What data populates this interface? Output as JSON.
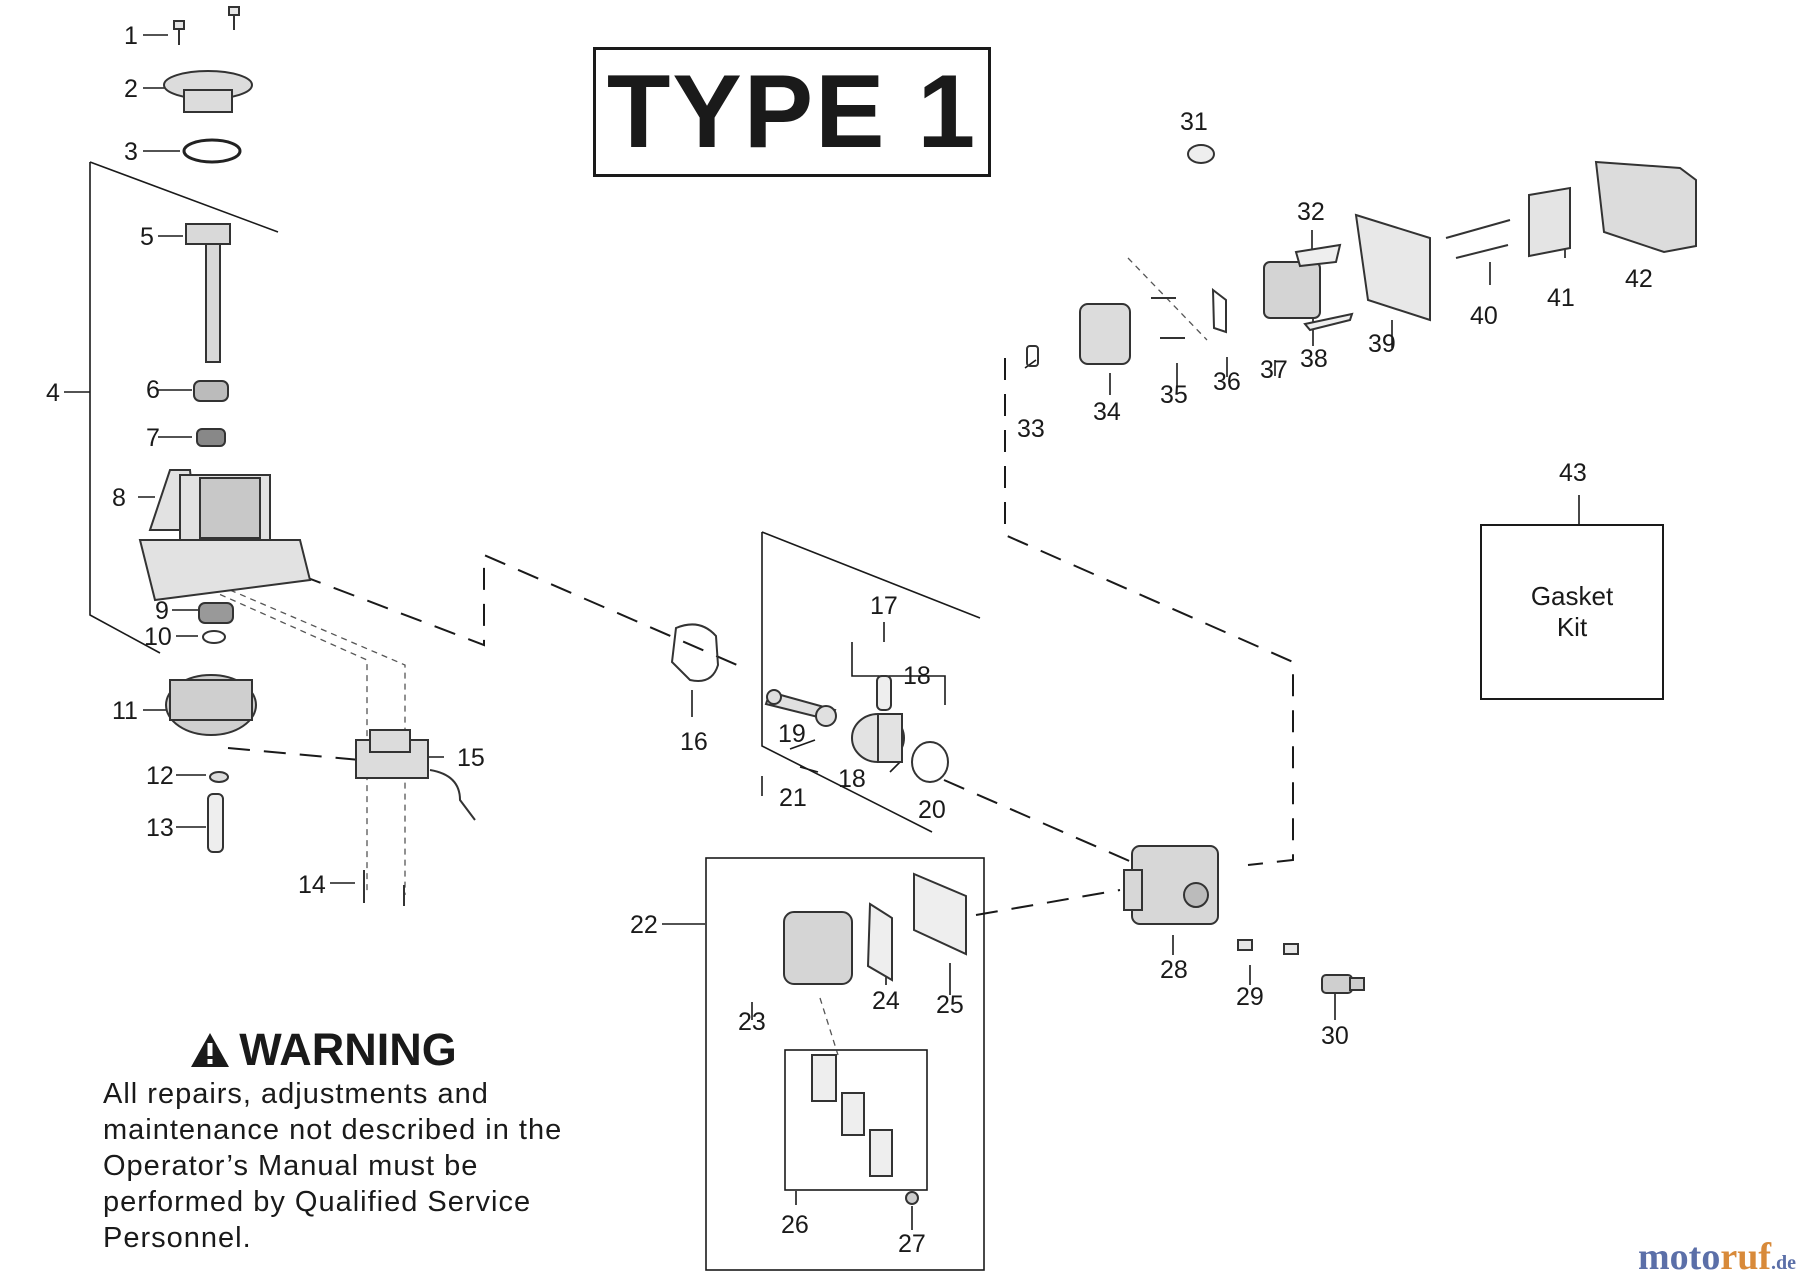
{
  "title": "TYPE 1",
  "gasket_kit": {
    "line1": "Gasket",
    "line2": "Kit",
    "callout": "43"
  },
  "warning": {
    "heading": "WARNING",
    "icon": "warning-triangle-icon",
    "text": "All repairs, adjustments and maintenance not described in the Operator’s Manual must be performed by Qualified Service Personnel."
  },
  "watermark": {
    "part1": "moto",
    "part2": "ruf",
    "part3": ".de"
  },
  "callouts": [
    "1",
    "2",
    "3",
    "4",
    "5",
    "6",
    "7",
    "8",
    "9",
    "10",
    "11",
    "12",
    "13",
    "14",
    "15",
    "16",
    "17",
    "18",
    "18",
    "19",
    "20",
    "21",
    "22",
    "23",
    "24",
    "25",
    "26",
    "27",
    "28",
    "29",
    "30",
    "31",
    "32",
    "33",
    "34",
    "35",
    "36",
    "37",
    "38",
    "39",
    "40",
    "41",
    "42",
    "43"
  ]
}
